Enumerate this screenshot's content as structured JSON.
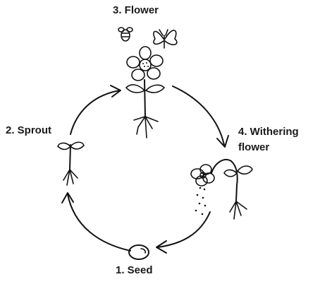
{
  "stages": [
    {
      "id": "flower",
      "label": "3. Flower"
    },
    {
      "id": "sprout",
      "label": "2. Sprout"
    },
    {
      "id": "withering",
      "label_line1": "4. Withering",
      "label_line2": "flower"
    },
    {
      "id": "seed",
      "label": "1. Seed"
    }
  ],
  "colors": {
    "ink": "#111111",
    "background": "#ffffff"
  }
}
